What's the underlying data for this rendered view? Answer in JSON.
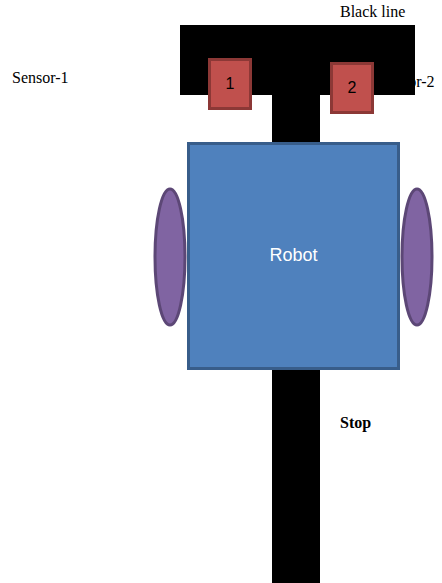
{
  "diagram": {
    "nodes": [
      {
        "text": [
          "1"
        ]
      },
      {
        "text": [
          "2"
        ]
      },
      {
        "text": [
          "Robot"
        ]
      }
    ],
    "labels": [
      "Black line",
      "Sensor-1",
      "Sensor-2",
      "Stop"
    ]
  }
}
